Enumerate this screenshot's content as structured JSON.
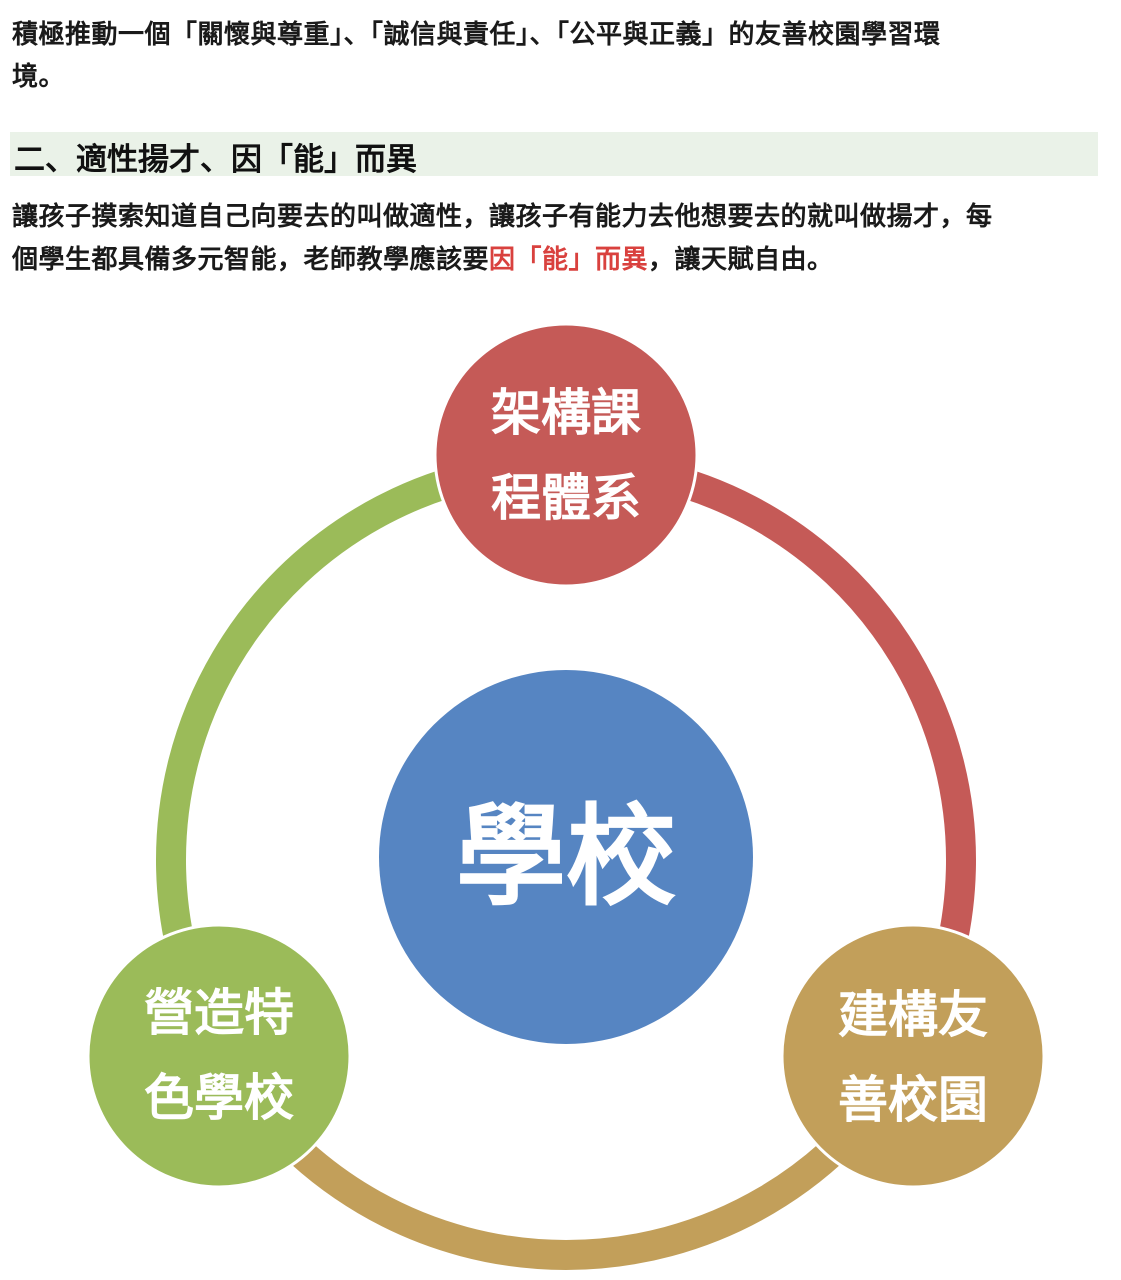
{
  "intro": {
    "line1": "積極推動一個「關懷與尊重」、「誠信與責任」、「公平與正義」的友善校園學習環",
    "line2": "境。"
  },
  "section": {
    "heading": "二、適性揚才、因「能」而異",
    "para_line1": "讓孩子摸索知道自己向要去的叫做適性，讓孩子有能力去他想要去的就叫做揚才，每",
    "para_line2_a": "個學生都具備多元智能，老師教學應該要",
    "para_line2_highlight": "因「能」而異",
    "para_line2_b": "，讓天賦自由。",
    "highlight_color": "#d9413e"
  },
  "diagram": {
    "center": "學校",
    "top": {
      "line1": "架構課",
      "line2": "程體系",
      "color": "#c55a57"
    },
    "right": {
      "line1": "建構友",
      "line2": "善校園",
      "color": "#c29f5a"
    },
    "left": {
      "line1": "營造特",
      "line2": "色學校",
      "color": "#9bbb59"
    },
    "center_color": "#5685c2"
  }
}
